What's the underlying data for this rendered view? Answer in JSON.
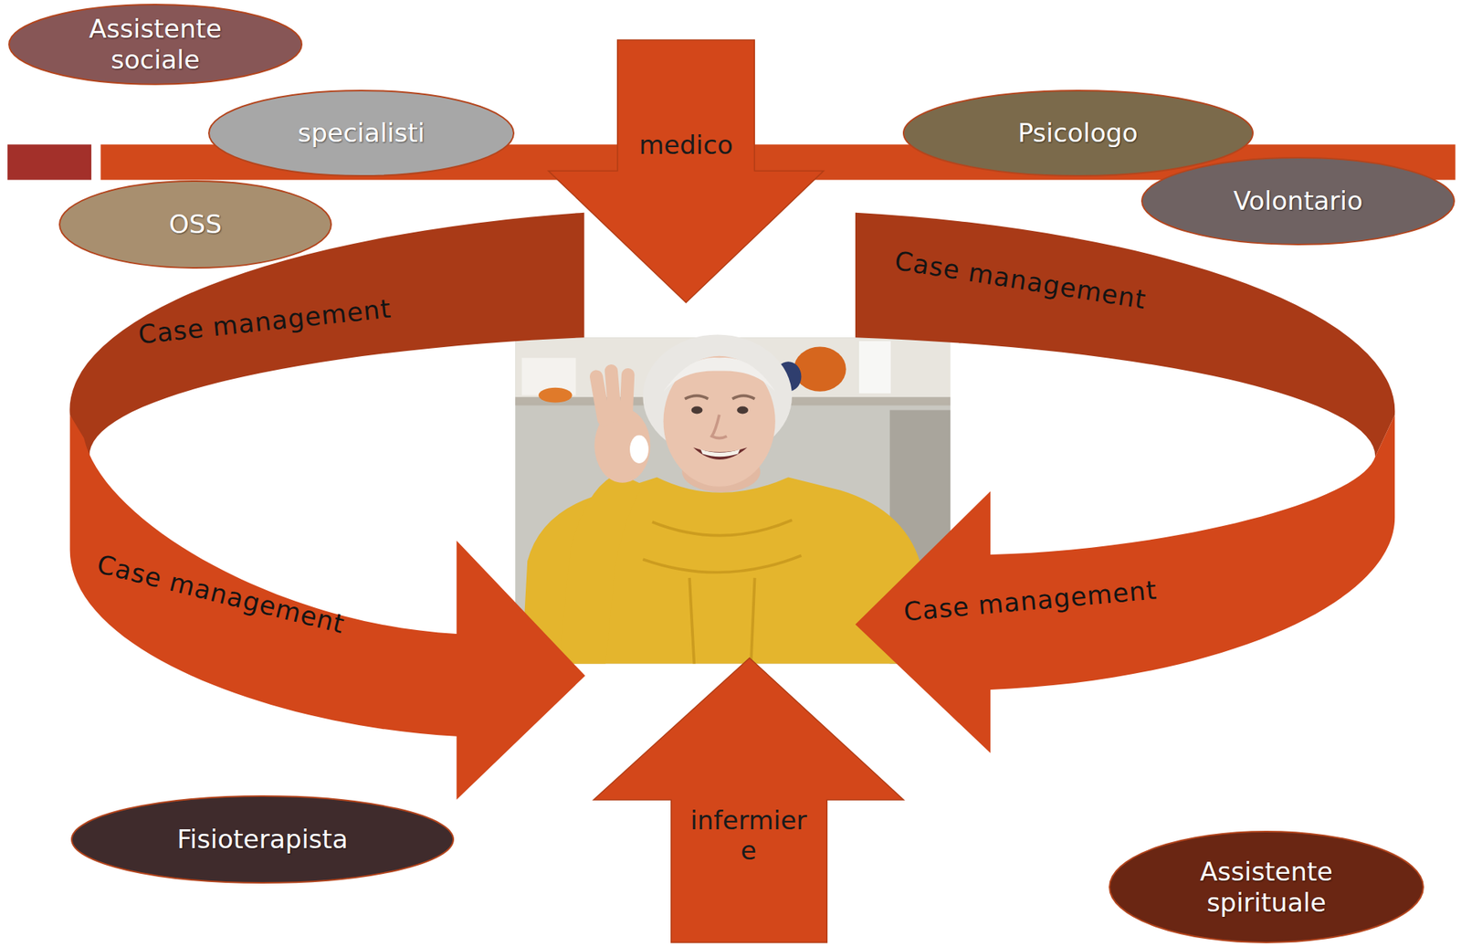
{
  "diagram": {
    "nodes": [
      {
        "text": [
          "Assistente sociale"
        ]
      },
      {
        "text": [
          "specialisti"
        ]
      },
      {
        "text": [
          "medico"
        ]
      },
      {
        "text": [
          "Psicologo"
        ]
      },
      {
        "text": [
          "Volontario"
        ]
      },
      {
        "text": [
          "OSS"
        ]
      },
      {
        "text": [
          "Fisioterapista"
        ]
      },
      {
        "text": [
          "infermier e"
        ]
      },
      {
        "text": [
          "Assistente spirituale"
        ]
      }
    ],
    "labels": [
      "Case management",
      "Case management",
      "Case management",
      "Case management"
    ]
  }
}
